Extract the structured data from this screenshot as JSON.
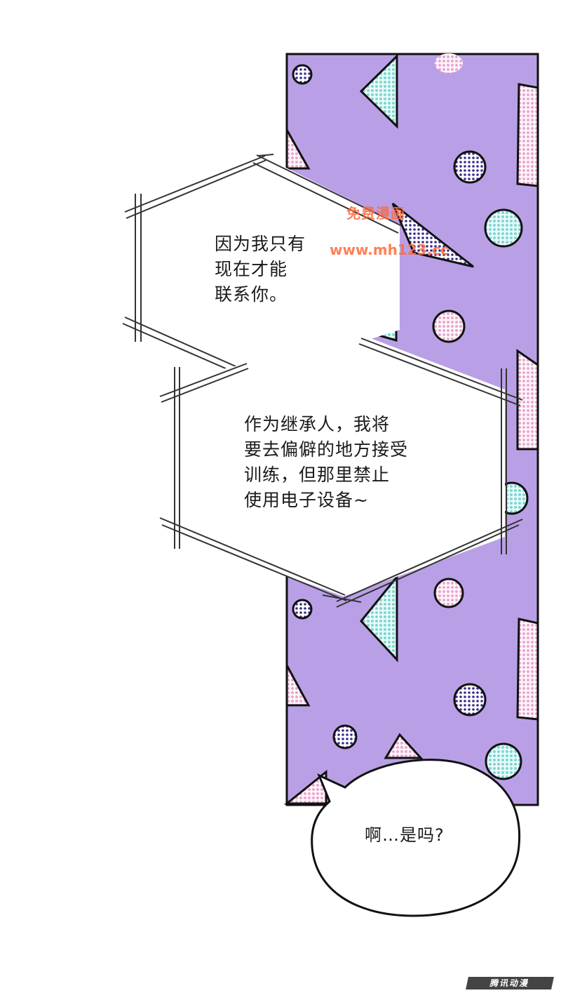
{
  "bubbles": {
    "first": [
      "因为我只有",
      "现在才能",
      "联系你。"
    ],
    "second": [
      "作为继承人，我将",
      "要去偏僻的地方接受",
      "训练，但那里禁止",
      "使用电子设备~"
    ],
    "third": "啊…是吗?"
  },
  "watermark": {
    "line1": "免费漫画",
    "line2": "www.mh123.cc"
  },
  "brand_logo_text": "腾讯动漫",
  "colors": {
    "panel": "#b9a0e6",
    "panel_border": "#111111",
    "accent_teal": "#9fe3e0",
    "accent_pink": "#f2d0e8",
    "accent_navy": "#3a2f8a",
    "watermark": "#ff6a3a"
  }
}
